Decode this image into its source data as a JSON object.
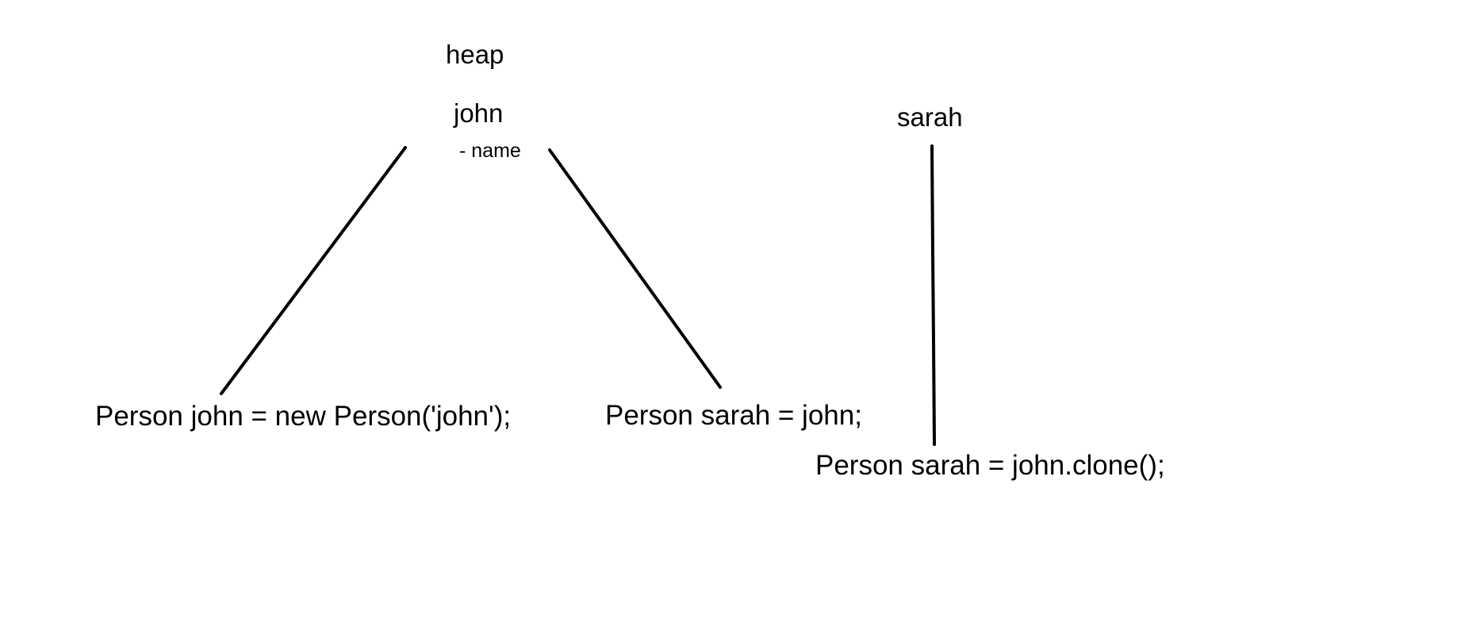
{
  "diagram": {
    "heap_label": "heap",
    "john_object": {
      "title": "john",
      "field": "- name"
    },
    "sarah_object": {
      "title": "sarah"
    },
    "code_lines": [
      "Person john = new Person('john');",
      "Person sarah = john;",
      "Person sarah = john.clone();"
    ],
    "stroke_color": "#000000"
  }
}
